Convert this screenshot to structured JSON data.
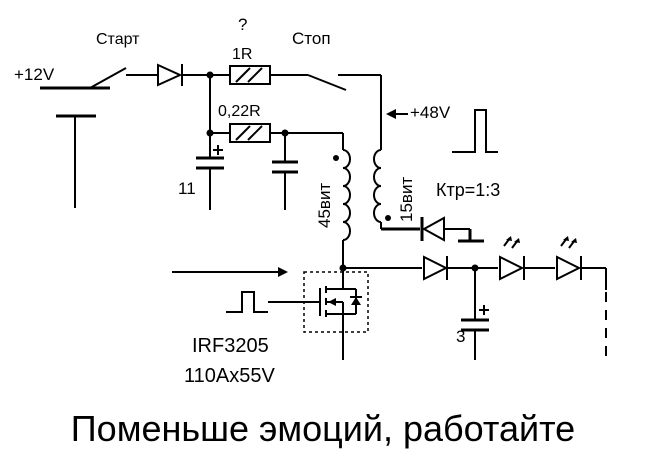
{
  "labels": {
    "plus12v": "+12V",
    "start": "Старт",
    "question": "?",
    "r1": "1R",
    "stop": "Стоп",
    "r2": "0,22R",
    "plus48v": "+48V",
    "c11": "11",
    "coil45": "45вит",
    "coil15": "15вит",
    "ratio": "Ктр=1:3",
    "mosfet": "IRF3205",
    "rating": "110Ax55V",
    "c3": "3"
  },
  "caption": "Поменьше эмоций, работайте"
}
